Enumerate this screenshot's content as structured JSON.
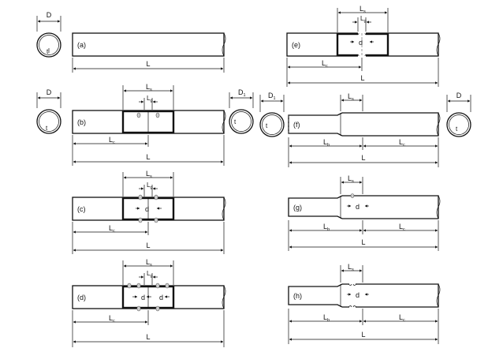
{
  "panels": {
    "a": {
      "label": "(a)",
      "dims": {
        "outer": "D",
        "t": "t",
        "length": "L"
      }
    },
    "b": {
      "label": "(b)",
      "dims": {
        "outer": "D",
        "t": "t",
        "outer2": "D",
        "outer2_sub": "1",
        "t2": "t",
        "ls": "L",
        "ls_sub": "s",
        "lg": "L",
        "lg_sub": "g",
        "lc": "L",
        "lc_sub": "c",
        "length": "L"
      }
    },
    "c": {
      "label": "(c)",
      "dims": {
        "ls": "L",
        "ls_sub": "s",
        "lg": "L",
        "lg_sub": "g",
        "d": "d",
        "lc": "L",
        "lc_sub": "c",
        "length": "L"
      }
    },
    "d": {
      "label": "(d)",
      "dims": {
        "ls": "L",
        "ls_sub": "s",
        "lg": "L",
        "lg_sub": "g",
        "d1": "d",
        "d2": "d",
        "lc": "L",
        "lc_sub": "c",
        "length": "L"
      }
    },
    "e": {
      "label": "(e)",
      "dims": {
        "ls": "L",
        "ls_sub": "s",
        "lg": "L",
        "lg_sub": "g",
        "d": "d",
        "lc": "L",
        "lc_sub": "c",
        "length": "L"
      }
    },
    "f": {
      "label": "(f)",
      "dims": {
        "outer1": "D",
        "outer1_sub": "1",
        "t1": "t",
        "ls": "L",
        "ls_sub": "s",
        "lb": "L",
        "lb_sub": "b",
        "lc": "L",
        "lc_sub": "c",
        "outer": "D",
        "t": "t",
        "length": "L"
      }
    },
    "g": {
      "label": "(g)",
      "dims": {
        "ls": "L",
        "ls_sub": "s",
        "d": "d",
        "lb": "L",
        "lb_sub": "b",
        "lc": "L",
        "lc_sub": "c",
        "length": "L"
      }
    },
    "h": {
      "label": "(h)",
      "dims": {
        "ls": "L",
        "ls_sub": "s",
        "d": "d",
        "lb": "L",
        "lb_sub": "b",
        "lc": "L",
        "lc_sub": "c",
        "length": "L"
      }
    }
  }
}
